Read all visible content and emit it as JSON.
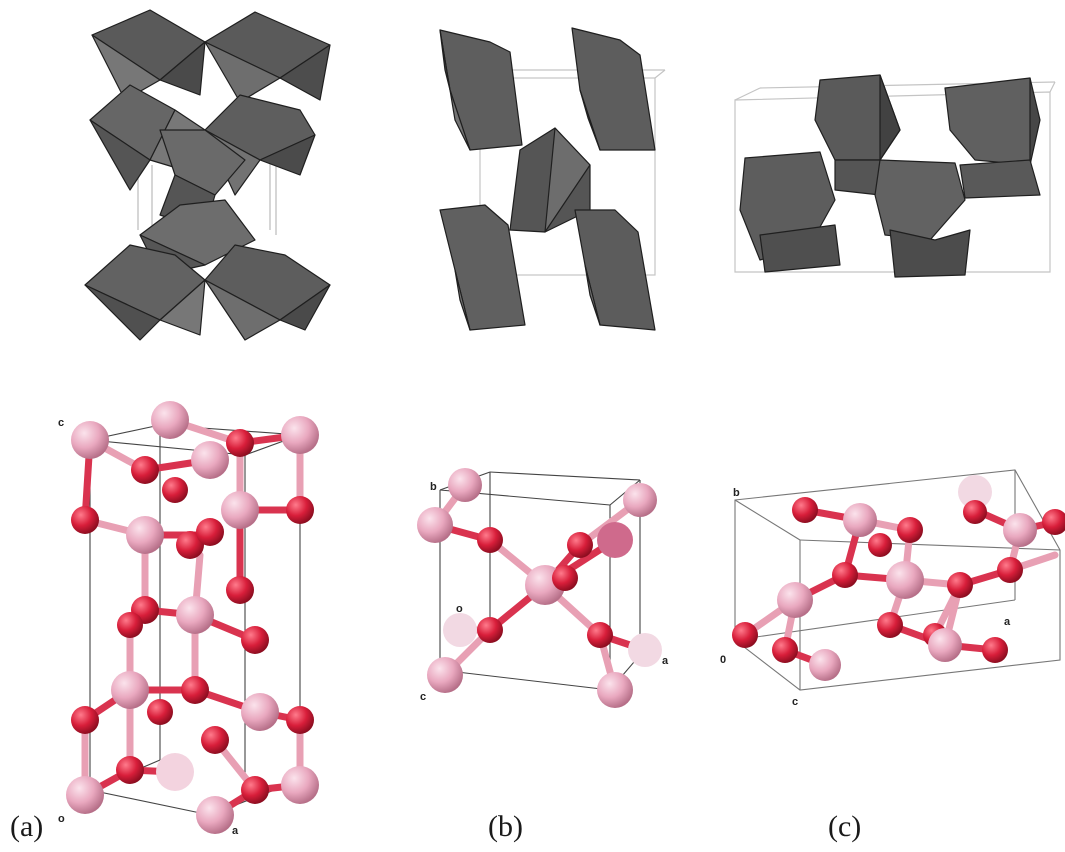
{
  "panels": [
    {
      "id": "a",
      "label": "(a)",
      "axes": {
        "c": "c",
        "o": "o",
        "a": "a"
      }
    },
    {
      "id": "b",
      "label": "(b)",
      "axes": {
        "b": "b",
        "o": "o",
        "c": "c",
        "a": "a"
      }
    },
    {
      "id": "c",
      "label": "(c)",
      "axes": {
        "b": "b",
        "o": "0",
        "c": "c",
        "a": "a"
      }
    }
  ],
  "colors": {
    "polyhedron_dark": "#4a4a4a",
    "polyhedron_mid": "#6b6b6b",
    "polyhedron_light": "#8a8a8a",
    "metal_atom": "#e9a8bf",
    "oxygen_atom": "#d81e3a",
    "bond_pink": "#e8a0b4",
    "bond_red": "#d9334f",
    "cell_edge": "#666666"
  }
}
